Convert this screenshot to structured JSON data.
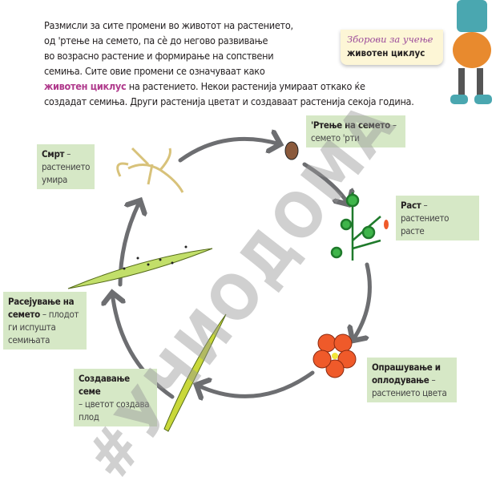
{
  "intro": {
    "lines": [
      "Размисли за сите промени во животот на растението,",
      "од 'ртење на семето, па сè до негово развивање",
      "во возрасно растение и формирање на сопствени",
      "семиња. Сите овие промени се означуваат како"
    ],
    "highlight": "животен циклус",
    "rest1": " на растението. Некои растенија умираат откако ќе",
    "rest2": "создадат семиња. Други растенија цветат и создаваат растенија секоја година."
  },
  "wordbox": {
    "title": "Зборови за учење",
    "term": "животен циклус"
  },
  "stages": [
    {
      "title": "'Ртење на семето",
      "desc": "семето 'рти"
    },
    {
      "title": "Раст",
      "desc": "растението расте"
    },
    {
      "title": "Опрашување и оплодување",
      "desc": "растението цвета"
    },
    {
      "title": "Создавање семе",
      "desc": "цветот создава плод"
    },
    {
      "title": "Расејување на семето",
      "desc": "плодот ги испушта семињата"
    },
    {
      "title": "Смрт",
      "desc": "растението умира"
    }
  ],
  "watermark": "#УЧИОДОМА",
  "colors": {
    "label_bg": "#d6e8c6",
    "highlight": "#b03a8c",
    "arrow": "#6d6e71",
    "flower": "#ef5a2a"
  }
}
